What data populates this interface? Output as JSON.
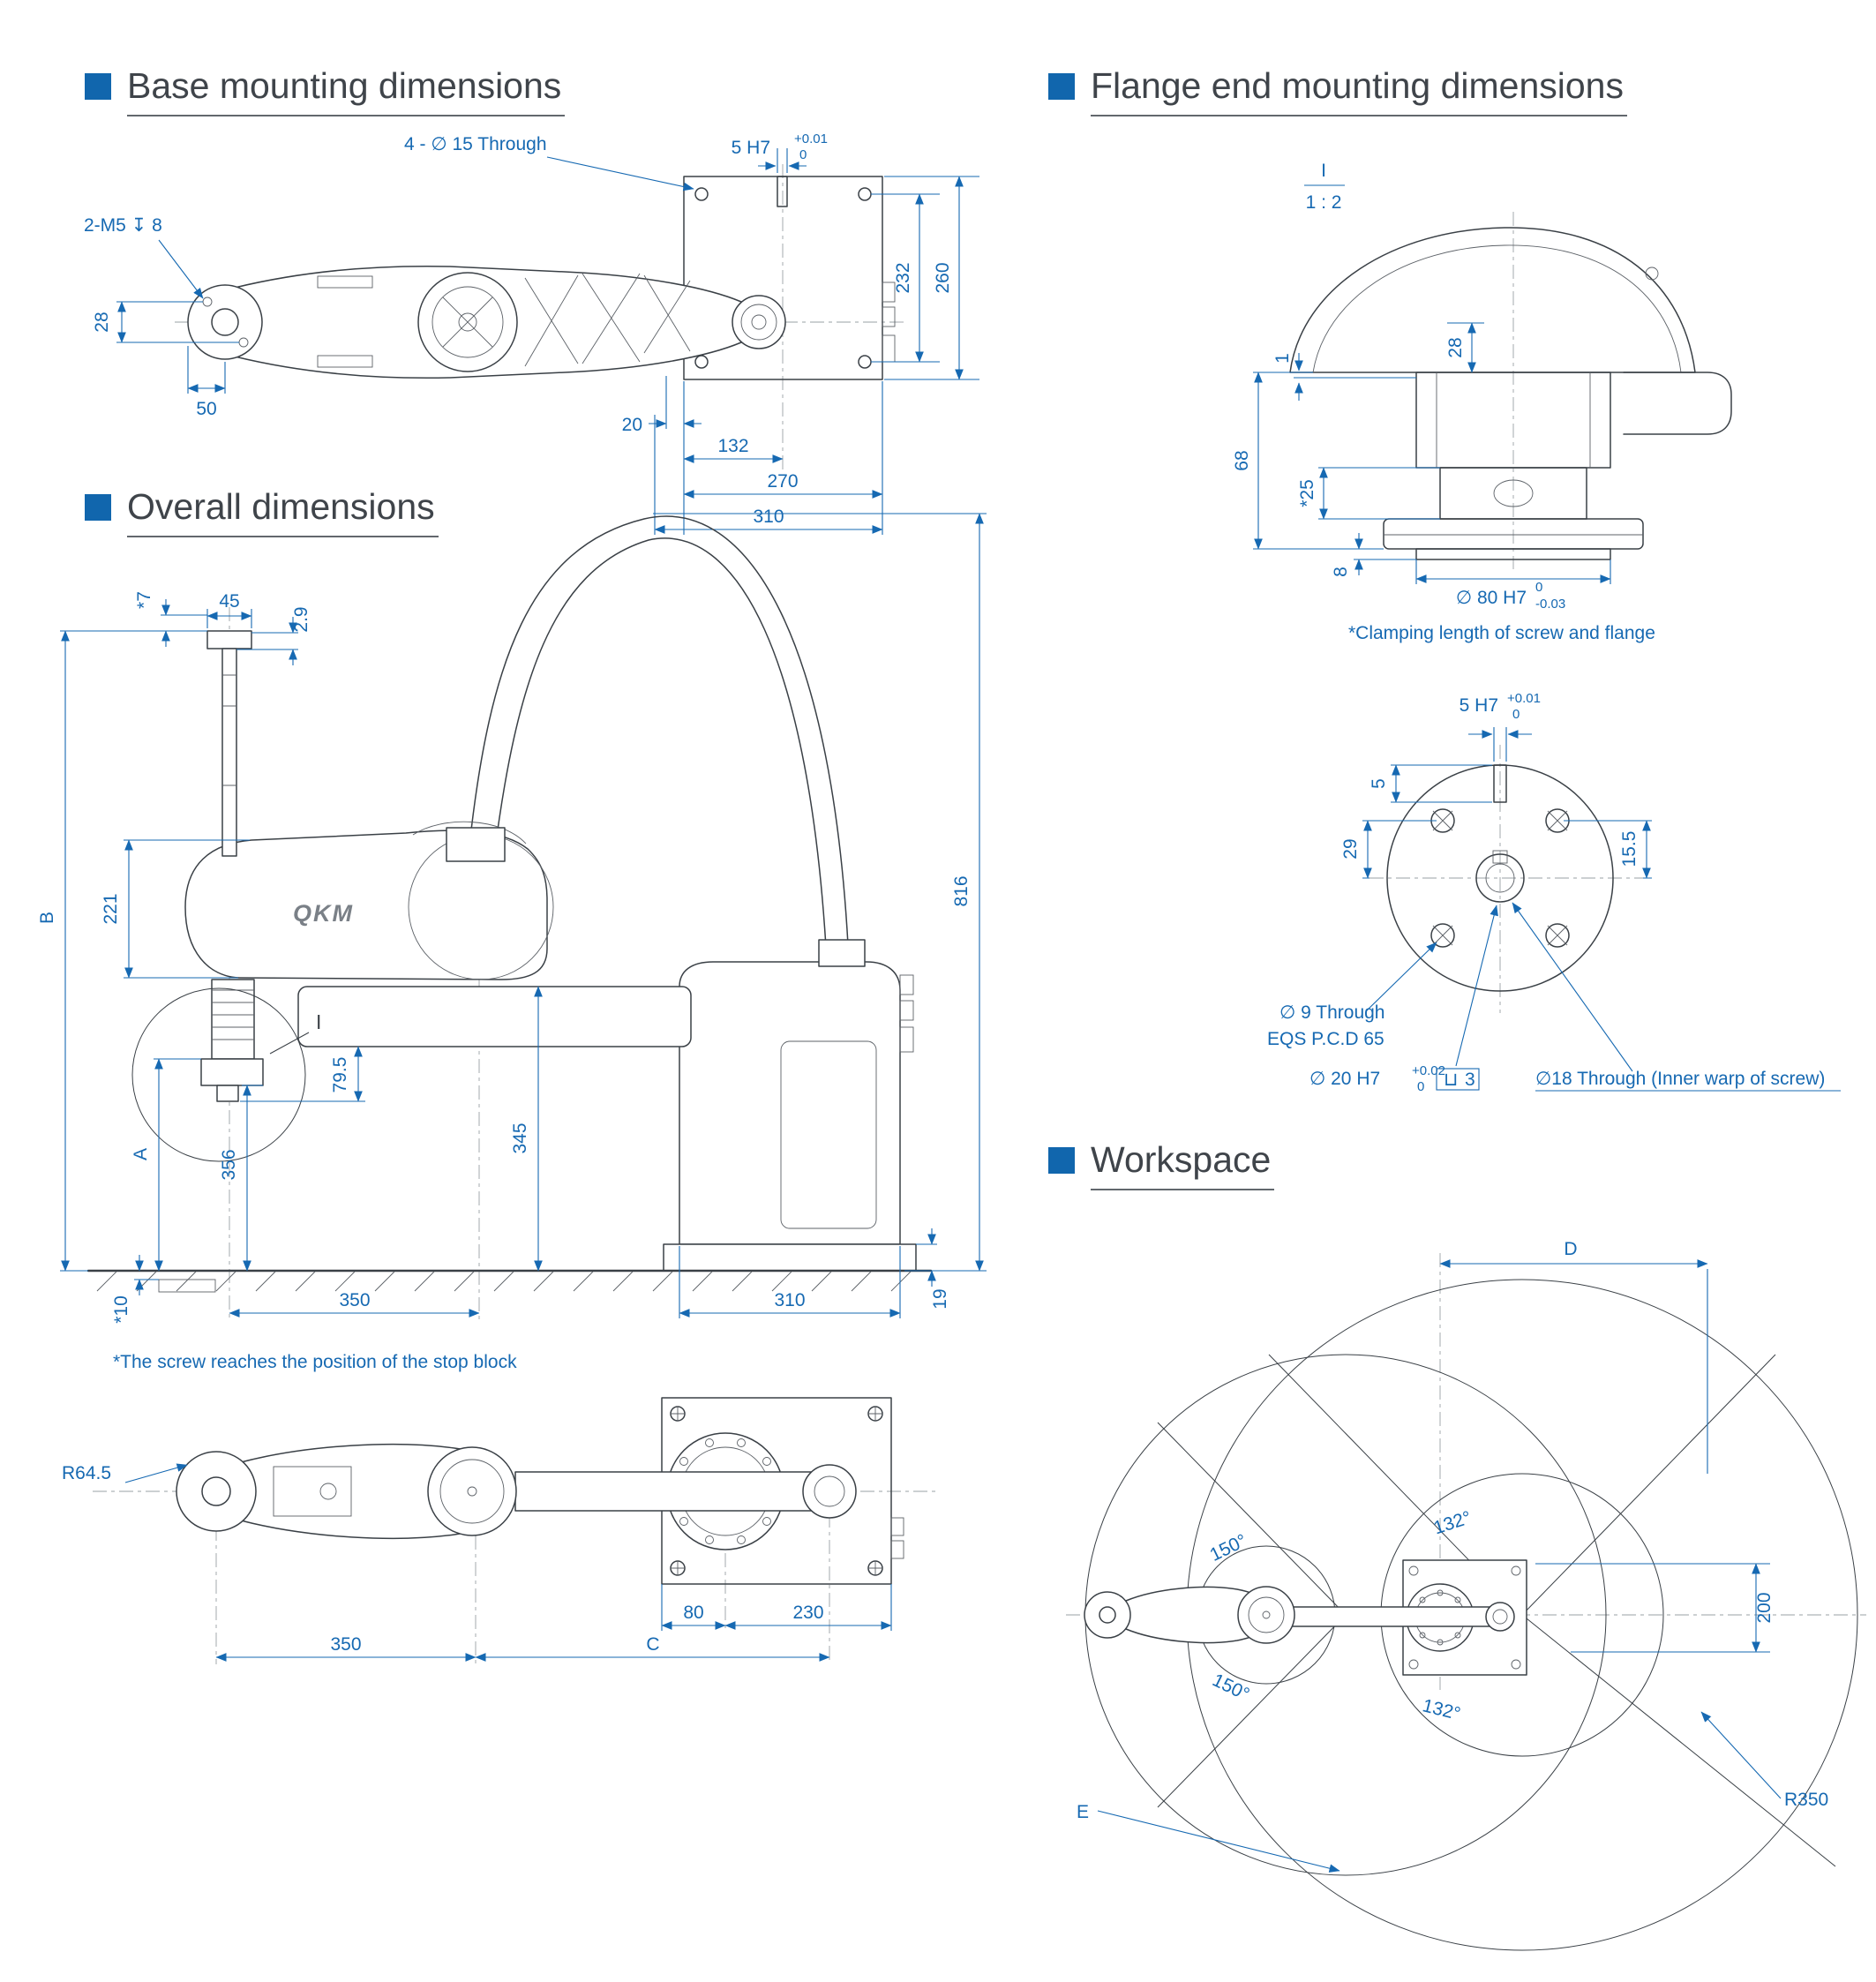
{
  "page": {
    "accent": "#1166ad",
    "ink": "#3a4046",
    "dim_color": "#1669b2",
    "background": "#ffffff"
  },
  "base": {
    "title": "Base mounting dimensions",
    "m5": "2-M5 ↧ 8",
    "d28": "28",
    "d50": "50",
    "through": "4 - ∅ 15 Through",
    "h7": "5 H7",
    "h7_top": "+0.01",
    "h7_bot": "0",
    "d232": "232",
    "d260": "260",
    "d20": "20",
    "d132": "132",
    "d270": "270",
    "d310": "310"
  },
  "flange": {
    "title": "Flange end mounting dimensions",
    "detail": "I",
    "scale": "1 : 2",
    "d68": "68",
    "d1": "1",
    "d25": "*25",
    "d28": "28",
    "d8": "8",
    "d80": "∅ 80 H7",
    "d80_top": "0",
    "d80_bot": "-0.03",
    "note": "*Clamping length of screw and flange",
    "h7": "5 H7",
    "h7_top": "+0.01",
    "h7_bot": "0",
    "d5": "5",
    "d15_5": "15.5",
    "d29": "29",
    "d9": "∅ 9 Through",
    "pcd": "EQS P.C.D 65",
    "d20": "∅ 20 H7",
    "d20_top": "+0.02",
    "d20_bot": "0",
    "d20_sym": "⊔",
    "d20_depth": "3",
    "d18": "∅18 Through (Inner warp of screw)"
  },
  "overall": {
    "title": "Overall dimensions",
    "d7": "*7",
    "d45": "45",
    "d2_9": "2.9",
    "dB": "B",
    "d221": "221",
    "dA": "A",
    "d356": "356",
    "d79_5": "79.5",
    "d345": "345",
    "d816": "816",
    "d10": "*10",
    "d350": "350",
    "d310": "310",
    "d19": "19",
    "detail": "I",
    "logo": "QKM",
    "note": "*The screw reaches the position of the stop block",
    "r64_5": "R64.5",
    "d80": "80",
    "d230": "230",
    "t350": "350",
    "dC": "C"
  },
  "workspace": {
    "title": "Workspace",
    "dD": "D",
    "a150_top": "150°",
    "a132_top": "132°",
    "a150_bot": "150°",
    "a132_bot": "132°",
    "d200": "200",
    "dE": "E",
    "r350": "R350"
  }
}
